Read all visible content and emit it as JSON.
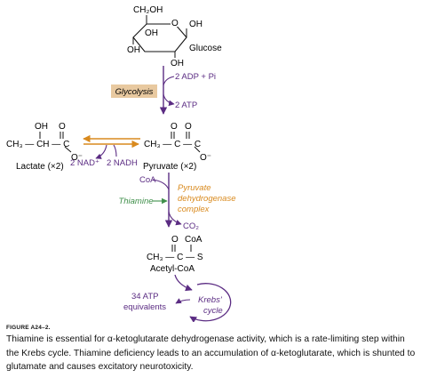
{
  "glucose": {
    "ch2oh": "CH₂OH",
    "o_ring": "O",
    "oh_tr": "OH",
    "oh_l1": "OH",
    "oh_l2": "OH",
    "oh_b": "OH",
    "name": "Glucose"
  },
  "glycolysis": {
    "box_label": "Glycolysis",
    "input": "2 ADP + Pi",
    "output": "2 ATP"
  },
  "lactate": {
    "oh": "OH",
    "o": "O",
    "formula": "CH₃ — CH — C",
    "o_minus": "O⁻",
    "name": "Lactate (×2)"
  },
  "cofactors": {
    "nad_plus": "2 NAD⁺",
    "nadh": "2 NADH"
  },
  "pyruvate": {
    "o1": "O",
    "o2": "O",
    "formula": "CH₃ — C — C",
    "o_minus": "O⁻",
    "name": "Pyruvate (×2)"
  },
  "pdh": {
    "coa": "CoA",
    "thiamine": "Thiamine",
    "complex_line1": "Pyruvate",
    "complex_line2": "dehydrogenase",
    "complex_line3": "complex",
    "co2": "CO₂"
  },
  "acetyl_coa": {
    "o": "O",
    "coa": "CoA",
    "formula": "CH₃ — C — S",
    "name": "Acetyl-CoA"
  },
  "krebs": {
    "atp_line1": "34 ATP",
    "atp_line2": "equivalents",
    "cycle_line1": "Krebs'",
    "cycle_line2": "cycle"
  },
  "colors": {
    "purple": "#5b2c83",
    "green": "#3f8f4a",
    "orange": "#d98a1e",
    "box": "#e8c9a0"
  },
  "figure_label": "FIGURE A24–2.",
  "caption": "Thiamine is essential for α-ketoglutarate dehydrogenase activity, which is a rate-limiting step within the Krebs cycle. Thiamine deficiency leads to an accumulation of α-ketoglutarate, which is shunted to glutamate and causes excitatory neurotoxicity."
}
